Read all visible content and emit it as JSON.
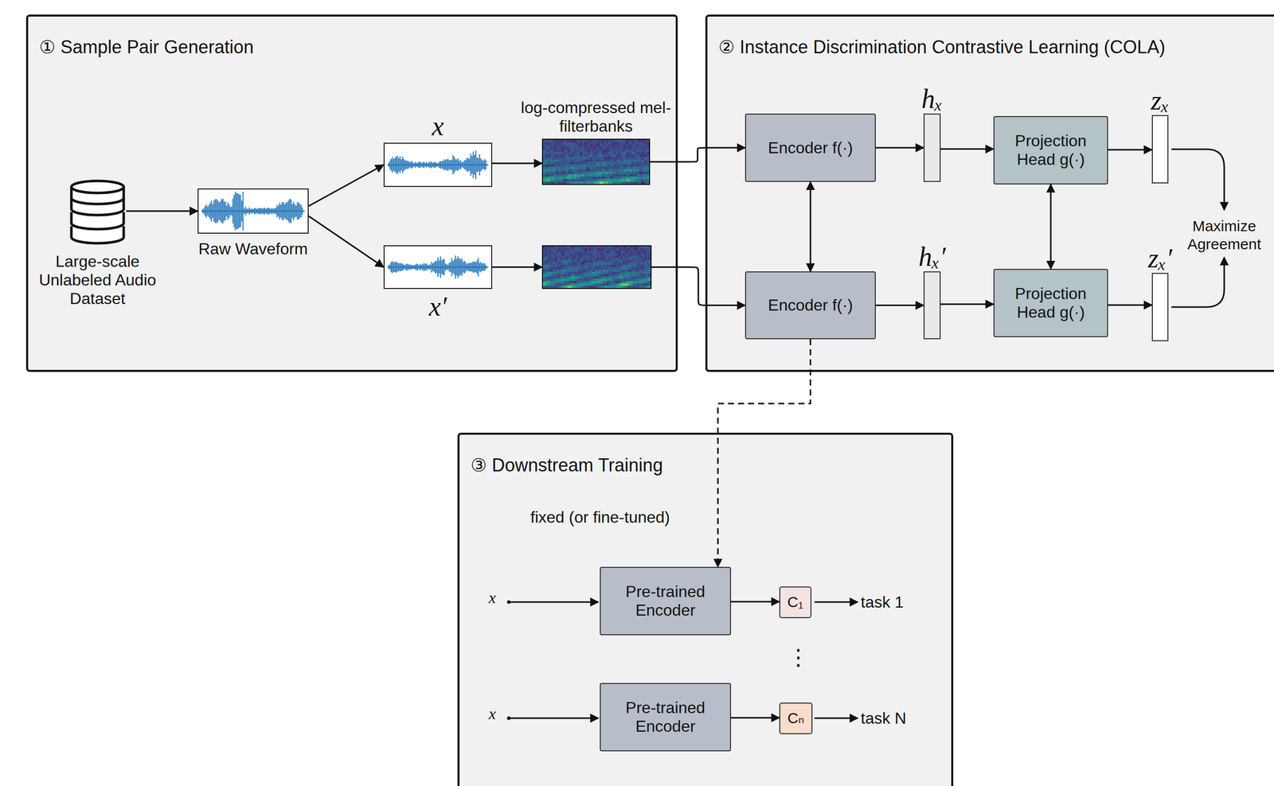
{
  "diagram": {
    "nodes": [
      {
        "text": [
          "① Sample Pair Generation"
        ]
      },
      {
        "text": [
          "② Instance Discrimination Contrastive Learning (COLA)"
        ]
      },
      {
        "text": [
          "③ Downstream Training"
        ]
      },
      {
        "text": [
          "Large-scale Unlabeled Audio Dataset"
        ],
        "in": 0
      },
      {
        "text": [
          "Raw Waveform"
        ],
        "in": 0
      },
      {
        "text": [
          "x"
        ],
        "in": 0
      },
      {
        "text": [
          "x′"
        ],
        "in": 0
      },
      {
        "text": [
          "log-compressed mel-filterbanks"
        ],
        "in": 0
      },
      {
        "text": [],
        "in": 0
      },
      {
        "text": [
          "Encoder f(·)"
        ],
        "in": 1
      },
      {
        "text": [
          "hₓ"
        ],
        "in": 1
      },
      {
        "text": [
          "Projection Head g(·)"
        ],
        "in": 1
      },
      {
        "text": [
          "zₓ"
        ],
        "in": 1
      },
      {
        "text": [
          "Encoder f(·)"
        ],
        "in": 1
      },
      {
        "text": [
          "hₓ′"
        ],
        "in": 1
      },
      {
        "text": [
          "Projection Head g(·)"
        ],
        "in": 1
      },
      {
        "text": [
          "zₓ′"
        ],
        "in": 1
      },
      {
        "text": [
          "Pre-trained Encoder"
        ],
        "in": 2
      },
      {
        "text": [
          "C₁"
        ],
        "in": 2
      },
      {
        "text": [
          "Pre-trained Encoder"
        ],
        "in": 2
      },
      {
        "text": [
          "Cₙ"
        ],
        "in": 2
      }
    ],
    "edges": [
      {
        "from": 3,
        "to": 4,
        "arrow": "to"
      },
      {
        "from": 4,
        "to": 5,
        "arrow": "to"
      },
      {
        "from": 4,
        "to": 6,
        "arrow": "to"
      },
      {
        "from": 5,
        "to": 7,
        "arrow": "to"
      },
      {
        "from": 6,
        "to": 8,
        "arrow": "to"
      },
      {
        "from": 7,
        "to": 9,
        "arrow": "to"
      },
      {
        "from": 8,
        "to": 13,
        "arrow": "to"
      },
      {
        "from": 9,
        "to": 10,
        "arrow": "to"
      },
      {
        "from": 10,
        "to": 11,
        "arrow": "to"
      },
      {
        "from": 11,
        "to": 12,
        "arrow": "to"
      },
      {
        "from": 13,
        "to": 14,
        "arrow": "to"
      },
      {
        "from": 14,
        "to": 15,
        "arrow": "to"
      },
      {
        "from": 15,
        "to": 16,
        "arrow": "to"
      },
      {
        "from": 9,
        "to": 13,
        "arrow": "both"
      },
      {
        "from": 11,
        "to": 15,
        "arrow": "both"
      },
      {
        "from": 13,
        "to": 17,
        "arrow": "to"
      },
      {
        "from": 17,
        "to": 18,
        "arrow": "to"
      },
      {
        "from": 19,
        "to": 20,
        "arrow": "to"
      }
    ],
    "labels": [
      "Maximize Agreement",
      "fixed (or fine-tuned)",
      "x",
      "x",
      "task 1",
      "task N",
      "⋮"
    ]
  }
}
